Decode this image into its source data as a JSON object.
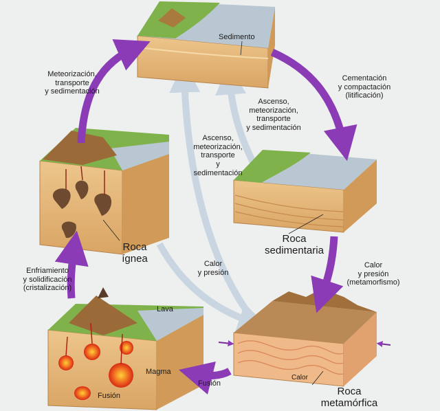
{
  "labels": {
    "sedimento": "Sedimento",
    "meteorizacion_1": "Meteorización,\ntransporte\ny sedimentación",
    "cementacion": "Cementación\ny compactación\n(litificación)",
    "ascenso_1": "Ascenso,\nmeteorización,\ntransporte\ny sedimentación",
    "ascenso_2": "Ascenso,\nmeteorización,\ntransporte\ny\nsedimentación",
    "roca_ignea": "Roca\nígnea",
    "roca_sedimentaria": "Roca\nsedimentaria",
    "calor_presion": "Calor\ny presión",
    "calor_presion_meta": "Calor\ny presión\n(metamorfismo)",
    "enfriamiento": "Enfriamiento\ny solidificación\n(cristalización)",
    "lava": "Lava",
    "magma": "Magma",
    "fusion_bottom": "Fusión",
    "fusion_arrow": "Fusión",
    "calor": "Calor",
    "roca_metamorfica": "Roca\nmetamórfica"
  },
  "colors": {
    "arrow_purple": "#8a3bb5",
    "arrow_light": "#c9d6e2",
    "block_side": "#e2b57a",
    "water": "#b9c7d3",
    "land": "#7fb24a",
    "magma": "#e83b1e"
  }
}
